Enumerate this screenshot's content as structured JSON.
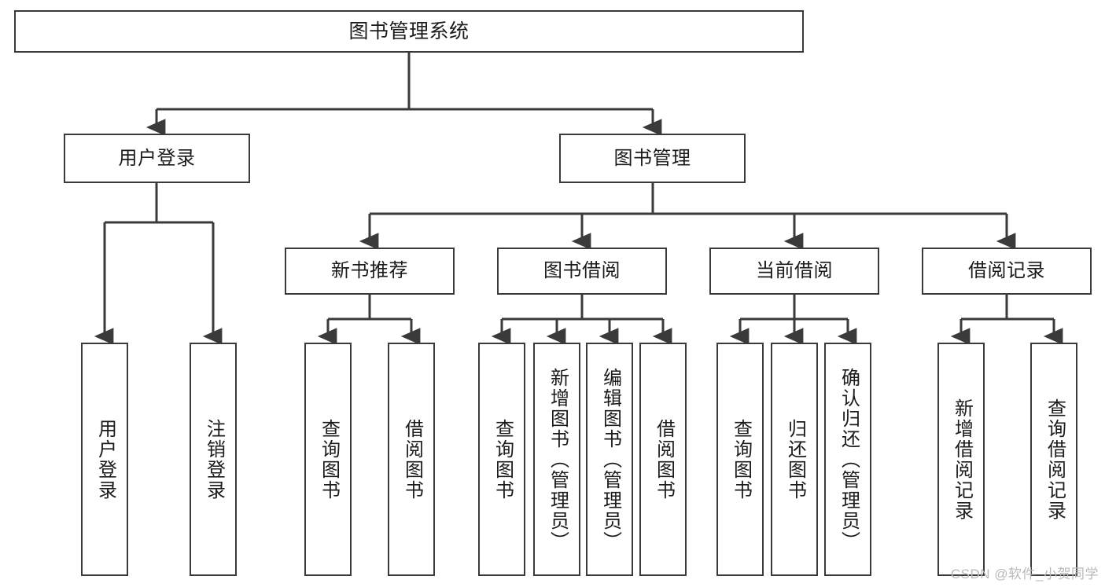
{
  "diagram": {
    "title": "图书管理系统",
    "type": "hierarchy-tree",
    "line_color": "#3a3a3a",
    "box_fill": "#ffffff",
    "text_color": "#1b1b1b",
    "levels": {
      "root": {
        "label": "图书管理系统"
      },
      "level2": [
        {
          "label": "用户登录"
        },
        {
          "label": "图书管理"
        }
      ],
      "level3": [
        {
          "label": "新书推荐"
        },
        {
          "label": "图书借阅"
        },
        {
          "label": "当前借阅"
        },
        {
          "label": "借阅记录"
        }
      ],
      "leaves": {
        "user_login": [
          {
            "label": "用户登录"
          },
          {
            "label": "注销登录"
          }
        ],
        "new_book_rec": [
          {
            "label": "查询图书"
          },
          {
            "label": "借阅图书"
          }
        ],
        "book_borrow": [
          {
            "label": "查询图书"
          },
          {
            "label": "新增图书（管理员）"
          },
          {
            "label": "编辑图书（管理员）"
          },
          {
            "label": "借阅图书"
          }
        ],
        "current_borrow": [
          {
            "label": "查询图书"
          },
          {
            "label": "归还图书"
          },
          {
            "label": "确认归还（管理员）"
          }
        ],
        "borrow_record": [
          {
            "label": "新增借阅记录"
          },
          {
            "label": "查询借阅记录"
          }
        ]
      }
    }
  },
  "watermark": {
    "text": "CSDN @软件_小贺同学"
  }
}
